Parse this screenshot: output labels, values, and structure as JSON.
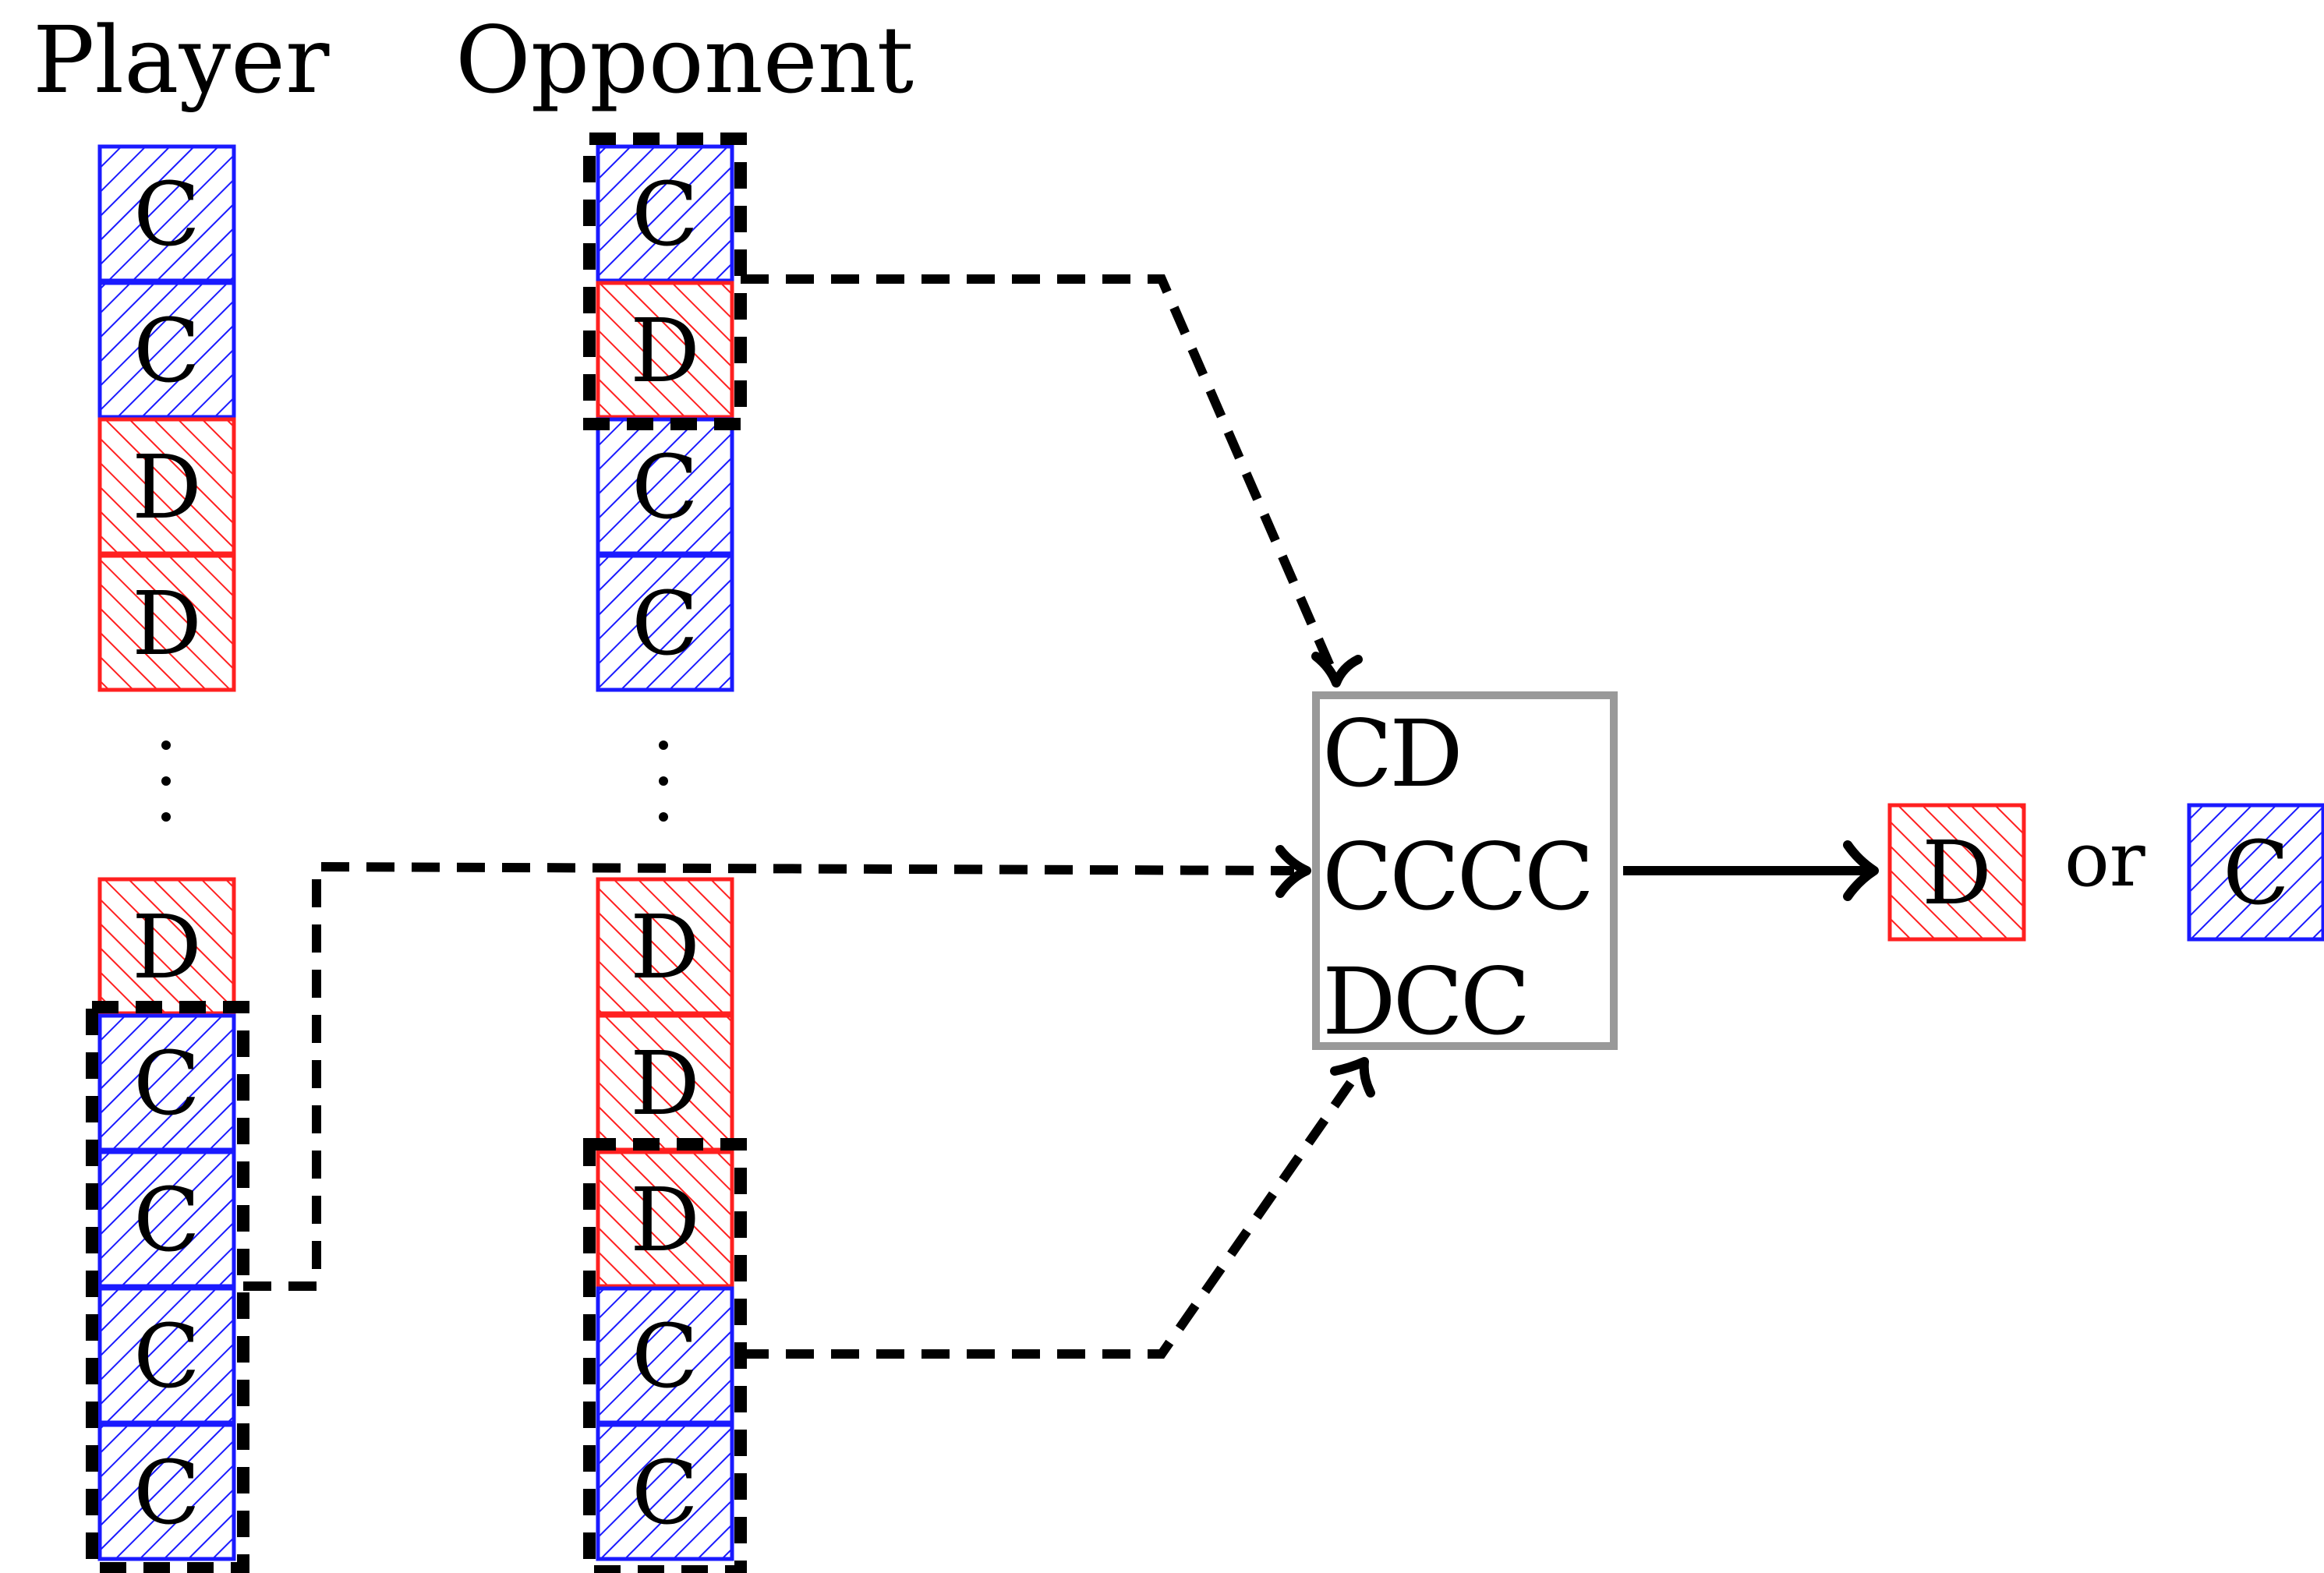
{
  "titles": {
    "player": "Player",
    "opponent": "Opponent"
  },
  "colors": {
    "cooperate": "#1a1aff",
    "defect": "#ff2020",
    "memory_box": "#999999",
    "arrow": "#000000"
  },
  "player_moves_top": [
    "C",
    "C",
    "D",
    "D"
  ],
  "player_moves_bottom": [
    "D",
    "C",
    "C",
    "C",
    "C"
  ],
  "opponent_moves_top": [
    "C",
    "D",
    "C",
    "C"
  ],
  "opponent_moves_bottom": [
    "D",
    "D",
    "D",
    "C",
    "C"
  ],
  "memory_box": {
    "lines": [
      "CD",
      "CCCC",
      "DCC"
    ]
  },
  "output": {
    "option_a": "D",
    "or_text": "or",
    "option_b": "C"
  }
}
